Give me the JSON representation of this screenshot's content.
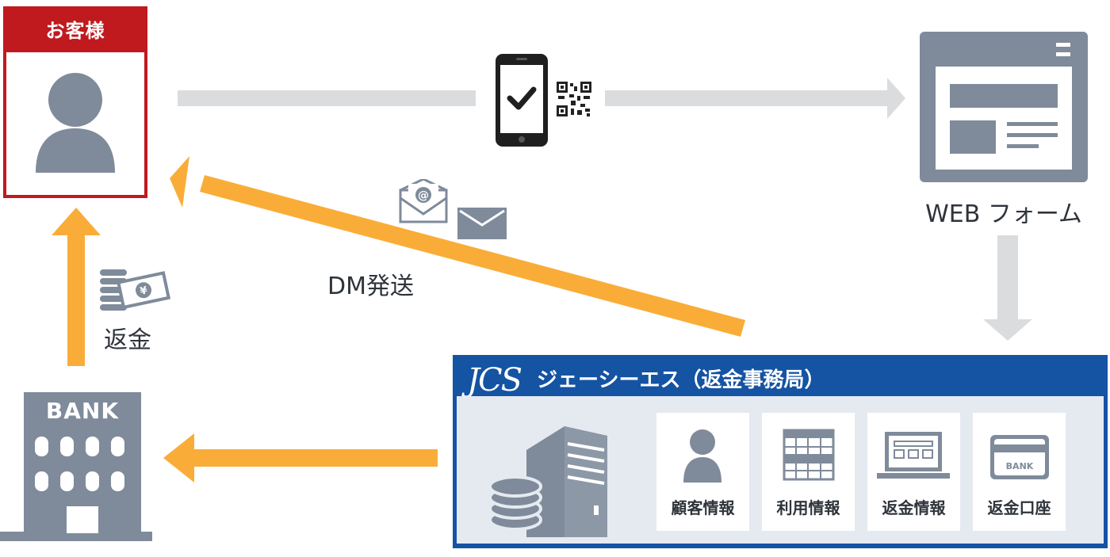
{
  "customer": {
    "title": "お客様"
  },
  "web_form": {
    "label": "WEB フォーム"
  },
  "dm": {
    "label": "DM発送"
  },
  "refund": {
    "label": "返金"
  },
  "bank": {
    "label": "BANK"
  },
  "jcs": {
    "logo": "JCS",
    "title": "ジェーシーエス（返金事務局）",
    "cards": [
      {
        "label": "顧客情報",
        "icon": "person-icon"
      },
      {
        "label": "利用情報",
        "icon": "table-icon"
      },
      {
        "label": "返金情報",
        "icon": "laptop-icon"
      },
      {
        "label": "返金口座",
        "icon": "bank-card-icon"
      }
    ],
    "card_icon_text": "BANK"
  },
  "colors": {
    "red": "#c0191e",
    "orange": "#f9ad38",
    "gray_arrow": "#dadcde",
    "icon_gray": "#7f8b9b",
    "navy": "#1553a3"
  }
}
